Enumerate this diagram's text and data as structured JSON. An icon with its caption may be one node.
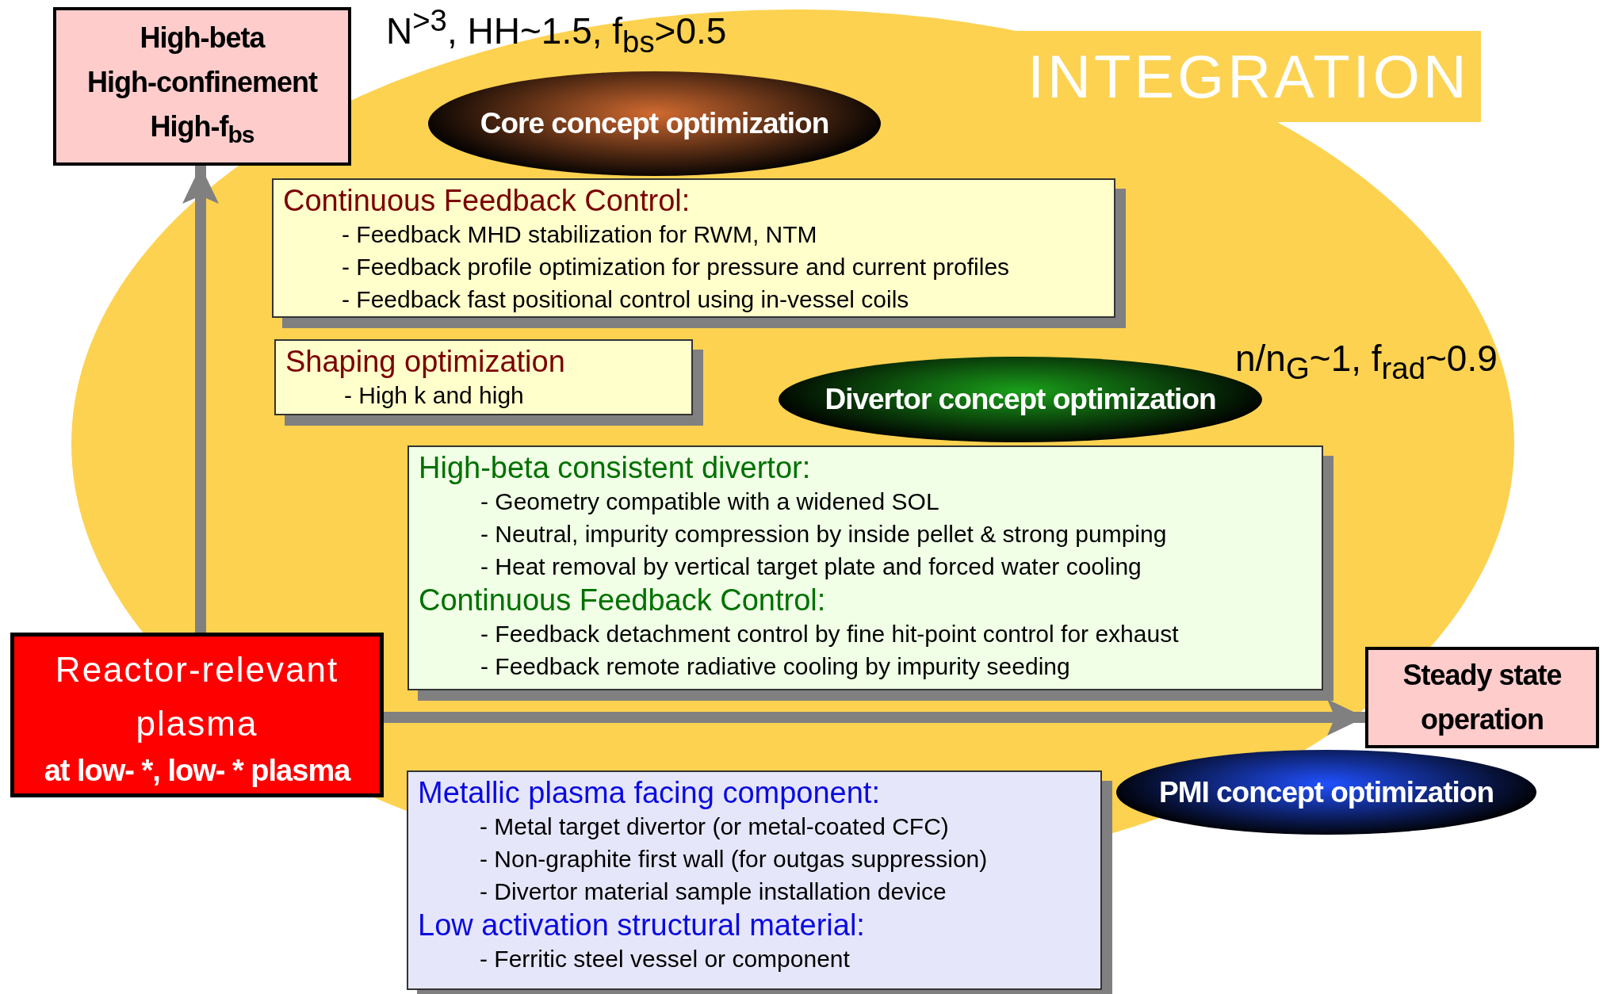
{
  "diagram": {
    "nodes": [
      {
        "text": [
          "High-beta High-confinement High-f$_{bs}$"
        ]
      },
      {
        "text": [
          "Core concept optimization"
        ]
      },
      {
        "text": [
          "Continuous Feedback Control:",
          "- Feedback MHD stabilization for RWM, NTM",
          "- Feedback profile optimization for pressure and current profiles",
          "- Feedback fast positional control using in-vessel coils"
        ]
      },
      {
        "text": [
          "Shaping optimization",
          "- High k and high"
        ]
      },
      {
        "text": [
          "Divertor concept optimization"
        ]
      },
      {
        "text": [
          "High-beta consistent divertor:",
          "- Geometry compatible with a widened SOL",
          "- Neutral, impurity compression by inside pellet & strong pumping",
          "- Heat removal by vertical target plate and forced water cooling",
          "Continuous Feedback Control:",
          "- Feedback detachment control by fine hit-point control for exhaust",
          "- Feedback remote radiative cooling by impurity seeding"
        ]
      },
      {
        "text": [
          "Reactor-relevant plasma",
          "at low- *, low- * plasma"
        ]
      },
      {
        "text": [
          "Steady state operation"
        ]
      },
      {
        "text": [
          "PMI concept optimization"
        ]
      },
      {
        "text": [
          "Metallic plasma facing component:",
          "- Metal target divertor (or metal-coated CFC)",
          "- Non-graphite first wall (for outgas suppression)",
          "- Divertor material sample installation device",
          "Low activation structural material:",
          "- Ferritic steel vessel or component"
        ]
      }
    ],
    "edges": [
      {
        "from": 6,
        "to": 0,
        "arrow": "to"
      },
      {
        "from": 6,
        "to": 7,
        "arrow": "to"
      }
    ],
    "labels": [
      "N$^{>3}$, HH~1.5, f$_{bs}$>0.5",
      "INTEGRATION",
      "n/n$_{G}$~1, f$_{rad}$~0.9"
    ]
  }
}
